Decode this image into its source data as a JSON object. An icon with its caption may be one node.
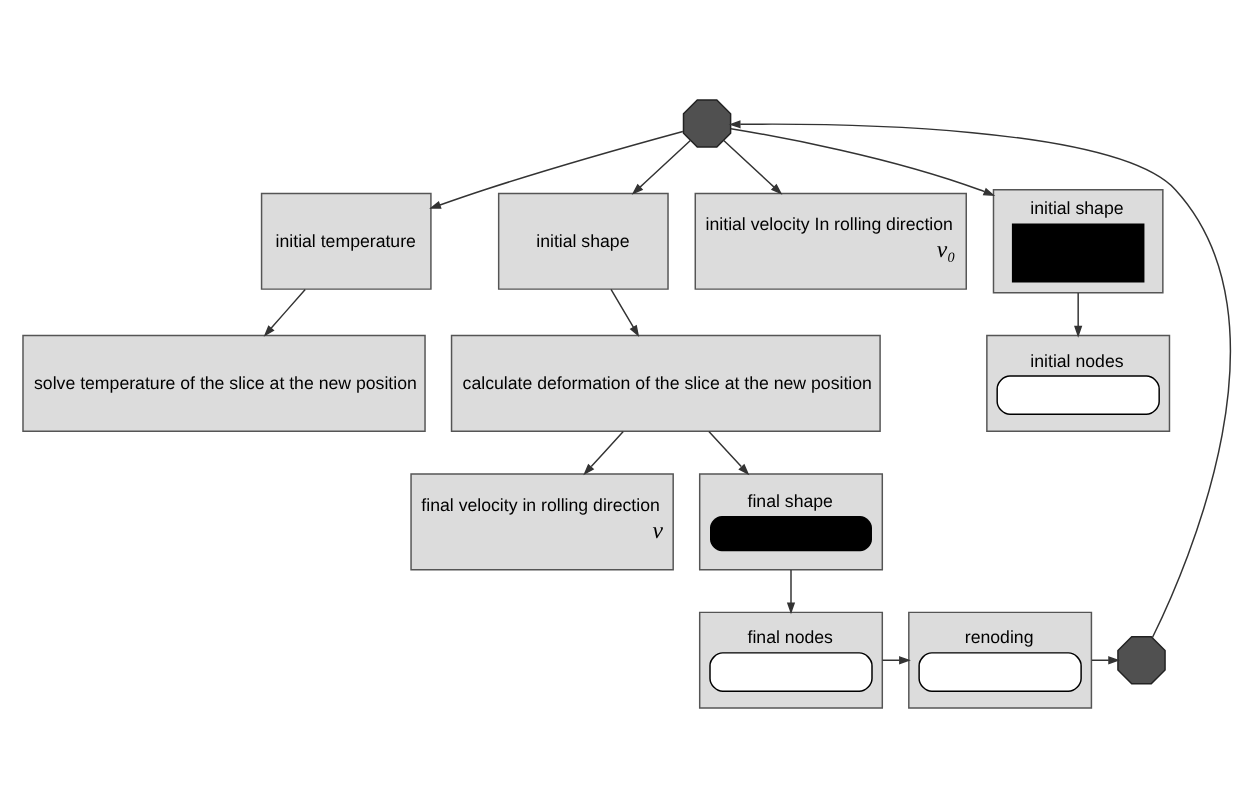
{
  "diagram": {
    "nodes": [
      {
        "text": [],
        "shape": "octagon"
      },
      {
        "text": [
          "initial temperature"
        ]
      },
      {
        "text": [
          "initial shape"
        ]
      },
      {
        "text": [
          "initial velocity In rolling direction",
          "v₀"
        ]
      },
      {
        "text": [
          "initial shape"
        ]
      },
      {
        "text": [
          "solve temperature of the slice at the new position"
        ]
      },
      {
        "text": [
          "calculate deformation of the slice at the new position"
        ]
      },
      {
        "text": [
          "initial nodes"
        ]
      },
      {
        "text": [
          "final velocity in rolling direction",
          "v"
        ]
      },
      {
        "text": [
          "final shape"
        ]
      },
      {
        "text": [
          "final nodes"
        ]
      },
      {
        "text": [
          "renoding"
        ]
      },
      {
        "text": [],
        "shape": "octagon"
      }
    ],
    "edges": [
      {
        "from": 0,
        "to": 1,
        "arrow": "to"
      },
      {
        "from": 0,
        "to": 2,
        "arrow": "to"
      },
      {
        "from": 0,
        "to": 3,
        "arrow": "to"
      },
      {
        "from": 0,
        "to": 4,
        "arrow": "to"
      },
      {
        "from": 1,
        "to": 5,
        "arrow": "to"
      },
      {
        "from": 2,
        "to": 6,
        "arrow": "to"
      },
      {
        "from": 4,
        "to": 7,
        "arrow": "to"
      },
      {
        "from": 6,
        "to": 8,
        "arrow": "to"
      },
      {
        "from": 6,
        "to": 9,
        "arrow": "to"
      },
      {
        "from": 9,
        "to": 10,
        "arrow": "to"
      },
      {
        "from": 10,
        "to": 11,
        "arrow": "to"
      },
      {
        "from": 11,
        "to": 12,
        "arrow": "to"
      },
      {
        "from": 12,
        "to": 0,
        "arrow": "to"
      }
    ]
  }
}
